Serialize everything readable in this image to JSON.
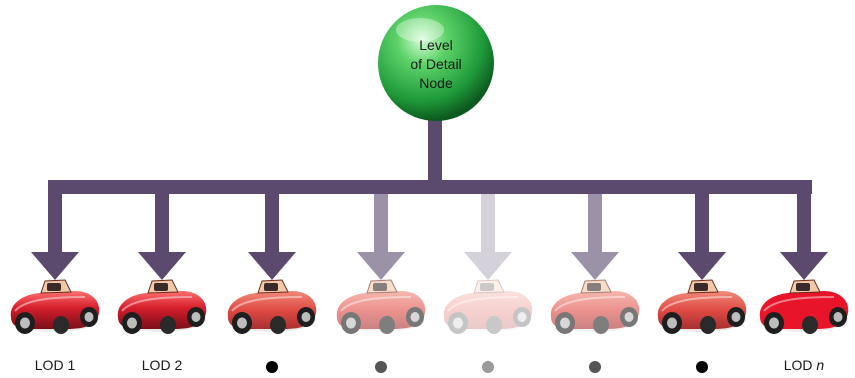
{
  "root": {
    "label_lines": [
      "Level",
      "of Detail",
      "Node"
    ],
    "color": "#1f9a3a"
  },
  "connector_color": "#5b4a6e",
  "children": [
    {
      "label": "LOD 1",
      "marker": "text",
      "opacity": 1.0,
      "car_color": "#d41d2c"
    },
    {
      "label": "LOD 2",
      "marker": "text",
      "opacity": 1.0,
      "car_color": "#d41d2c"
    },
    {
      "label": "",
      "marker": "dot",
      "dot_color": "#000000",
      "opacity": 1.0,
      "car_color": "#e04a44"
    },
    {
      "label": "",
      "marker": "dot",
      "dot_color": "#555555",
      "opacity": 0.6,
      "car_color": "#e04a44"
    },
    {
      "label": "",
      "marker": "dot",
      "dot_color": "#9a9a9a",
      "opacity": 0.25,
      "car_color": "#e04a44"
    },
    {
      "label": "",
      "marker": "dot",
      "dot_color": "#555555",
      "opacity": 0.6,
      "car_color": "#e04a44"
    },
    {
      "label": "",
      "marker": "dot",
      "dot_color": "#000000",
      "opacity": 1.0,
      "car_color": "#e04a44"
    },
    {
      "label": "LOD",
      "label_sub": "n",
      "marker": "text",
      "opacity": 1.0,
      "car_color": "#e8142a"
    }
  ]
}
